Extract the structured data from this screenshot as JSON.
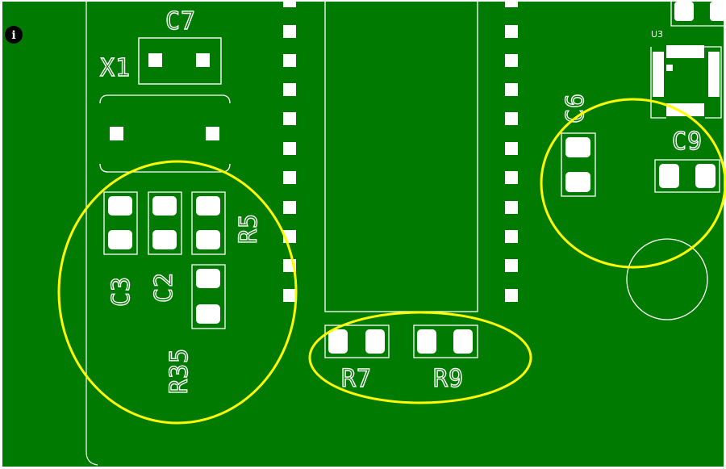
{
  "colors": {
    "board": "#007a00",
    "silkscreen": "#ffffff",
    "pad": "#ffffff",
    "highlight": "#ffff00",
    "info_icon": "#000000"
  },
  "info_icon": {
    "glyph": "i",
    "name": "info-icon"
  },
  "designators": {
    "c7": "C7",
    "x1": "X1",
    "u3": "U3",
    "c6": "C6",
    "c9": "C9",
    "r5": "R5",
    "c3": "C3",
    "c2": "C2",
    "r35": "R35",
    "r7": "R7",
    "r9": "R9"
  },
  "highlight_groups": [
    {
      "name": "left-group",
      "components": [
        "C3",
        "C2",
        "R5",
        "R35"
      ]
    },
    {
      "name": "bottom-group",
      "components": [
        "R7",
        "R9"
      ]
    },
    {
      "name": "right-group",
      "components": [
        "C6",
        "C9"
      ]
    }
  ]
}
